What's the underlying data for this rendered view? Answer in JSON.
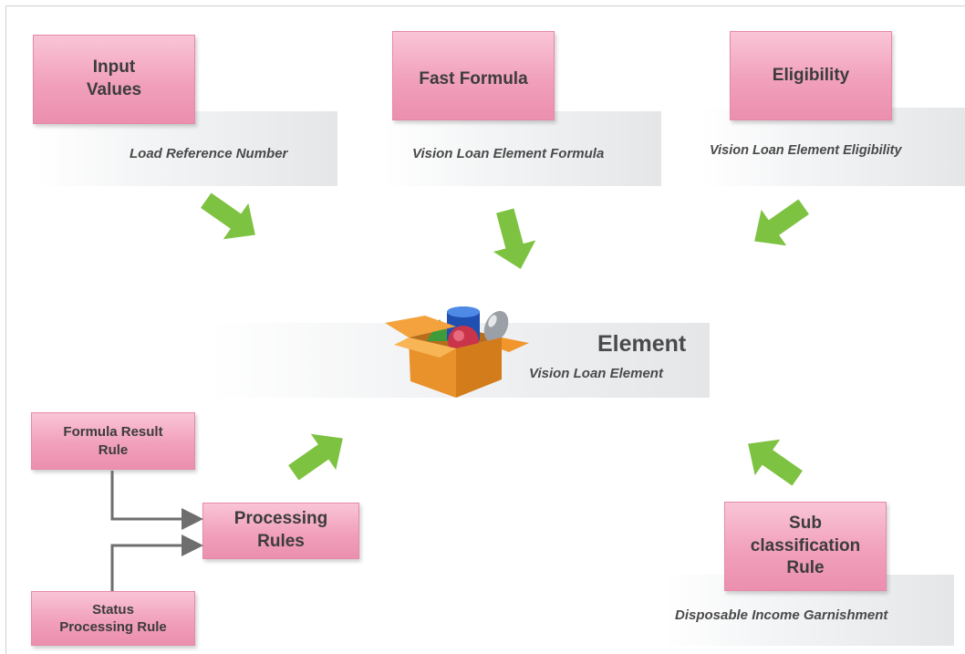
{
  "nodes": {
    "input_values": {
      "title": "Input\nValues",
      "subtitle": "Load Reference Number"
    },
    "fast_formula": {
      "title": "Fast Formula",
      "subtitle": "Vision Loan Element Formula"
    },
    "eligibility": {
      "title": "Eligibility",
      "subtitle": "Vision Loan Element Eligibility"
    },
    "element": {
      "title": "Element",
      "subtitle": "Vision Loan Element"
    },
    "formula_result_rule": {
      "title": "Formula Result\nRule"
    },
    "processing_rules": {
      "title": "Processing\nRules"
    },
    "status_processing_rule": {
      "title": "Status\nProcessing Rule"
    },
    "sub_classification_rule": {
      "title": "Sub\nclassification\nRule",
      "subtitle": "Disposable Income Garnishment"
    }
  },
  "colors": {
    "box_pink": "#f1a0bb",
    "arrow_green": "#7dc241",
    "connector_gray": "#6e6e6e"
  },
  "icons": {
    "element_icon": "open-box-with-shapes-icon",
    "arrows": "green-arrow-icon"
  }
}
